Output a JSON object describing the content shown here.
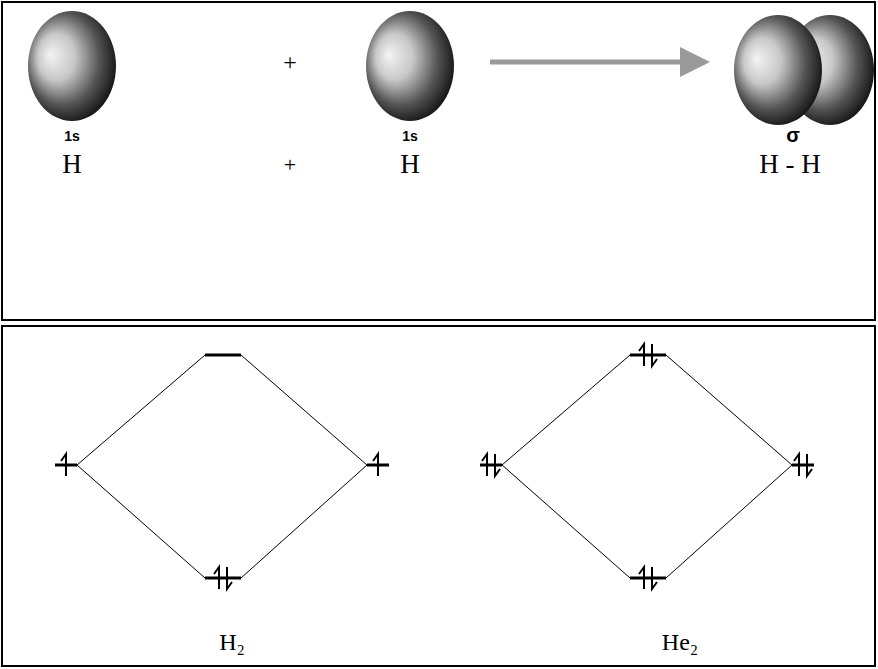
{
  "diagram": {
    "labels": [
      "+",
      "1s",
      "1s",
      "σ",
      "H",
      "+",
      "H",
      "H - H",
      "H₂",
      "He₂"
    ]
  }
}
